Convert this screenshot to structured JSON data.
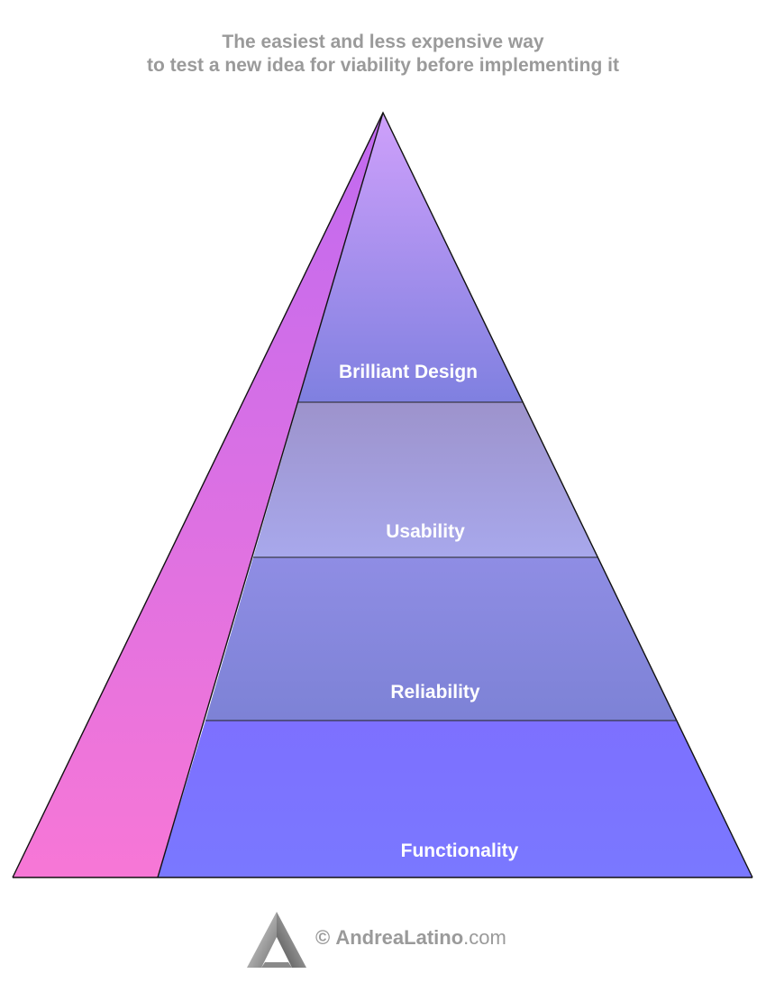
{
  "title": {
    "line1": "The easiest and less expensive way",
    "line2": "to test a new idea for viability before implementing it"
  },
  "pyramid": {
    "layers": [
      {
        "label": "Brilliant Design",
        "color_top": "#cfa0fb",
        "color_bottom": "#7f80e0"
      },
      {
        "label": "Usability",
        "color_top": "#9d93cc",
        "color_bottom": "#a8a8ec"
      },
      {
        "label": "Reliability",
        "color_top": "#8f8de4",
        "color_bottom": "#7d82d6"
      },
      {
        "label": "Functionality",
        "color_top": "#7d70ff",
        "color_bottom": "#7a78ff"
      }
    ],
    "side_color_top": "#c06af0",
    "side_color_bottom": "#f777d6"
  },
  "footer": {
    "copyright": "©",
    "brand": "AndreaLatino",
    "domain": ".com"
  }
}
